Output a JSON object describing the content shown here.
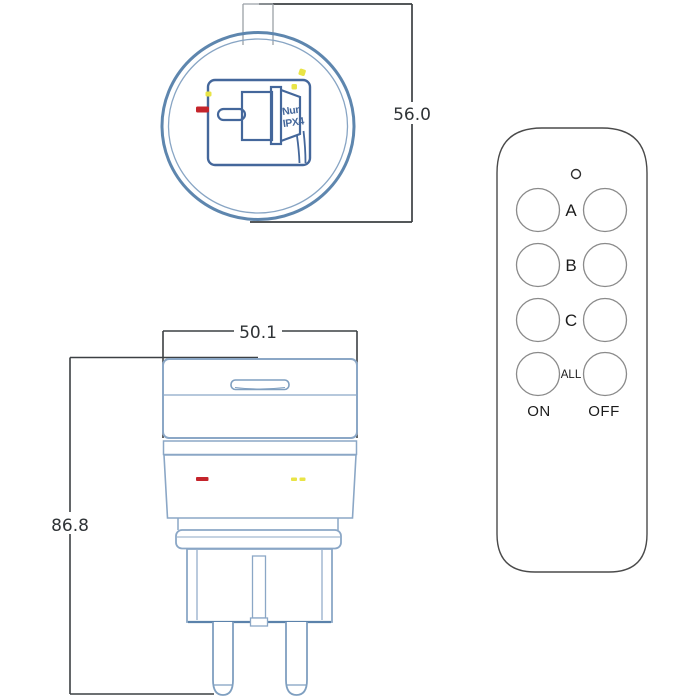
{
  "front_view": {
    "marking_line1": "Nur",
    "marking_line2": "IPX4",
    "height_dimension": "56.0"
  },
  "side_view": {
    "width_dimension": "50.1",
    "height_dimension": "86.8"
  },
  "remote": {
    "button_rows": [
      {
        "label": "A"
      },
      {
        "label": "B"
      },
      {
        "label": "C"
      },
      {
        "label": "ALL"
      }
    ],
    "on_label": "ON",
    "off_label": "OFF"
  },
  "colors": {
    "circle_blue": "#5e86ae",
    "inner_circle_blue": "#88a5c4",
    "icon_navy": "#44679b",
    "side_view_blue": "#8ba7c6",
    "side_view_dark_blue": "#5b82ab",
    "dimension_line": "#3c4043",
    "remote_outline": "#4a4a4a",
    "button_outline": "#8a8a8a",
    "led_red": "#c4242b",
    "led_yellow": "#e9e446"
  }
}
